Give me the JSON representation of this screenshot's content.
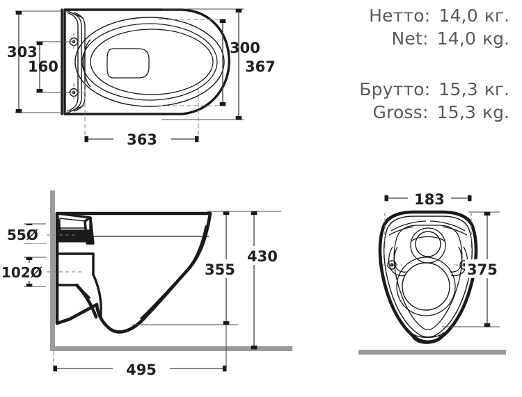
{
  "document": {
    "kind": "technical-drawing",
    "subject": "wall-hung-toilet-dimensional-drawing",
    "units": "mm"
  },
  "spec_panel": {
    "net": {
      "label_ru": "Нетто:",
      "label_en": "Net:",
      "value": "14,0",
      "unit_ru": "кг.",
      "unit_en": "кg."
    },
    "gross": {
      "label_ru": "Брутто:",
      "label_en": "Gross:",
      "value": "15,3",
      "unit_ru": "кг.",
      "unit_en": "кg."
    }
  },
  "views": {
    "top": {
      "name": "top-view",
      "dimensions": {
        "height_overall": "303",
        "bolt_spacing": "160",
        "width_inner": "300",
        "width_overall": "367",
        "depth": "363"
      }
    },
    "side": {
      "name": "side-view",
      "dimensions": {
        "outlet_upper": "55Ø",
        "outlet_lower": "102Ø",
        "height_overall": "430",
        "height_rim": "355",
        "projection": "495"
      }
    },
    "front": {
      "name": "front-view",
      "dimensions": {
        "bolt_spacing": "183",
        "height_overall": "375"
      }
    }
  },
  "colors": {
    "outline": "#1a1a1a",
    "dimension": "#3c3c3c",
    "wall": "#9b9b9b",
    "spec_text": "#5a5a5a",
    "background": "#ffffff"
  }
}
